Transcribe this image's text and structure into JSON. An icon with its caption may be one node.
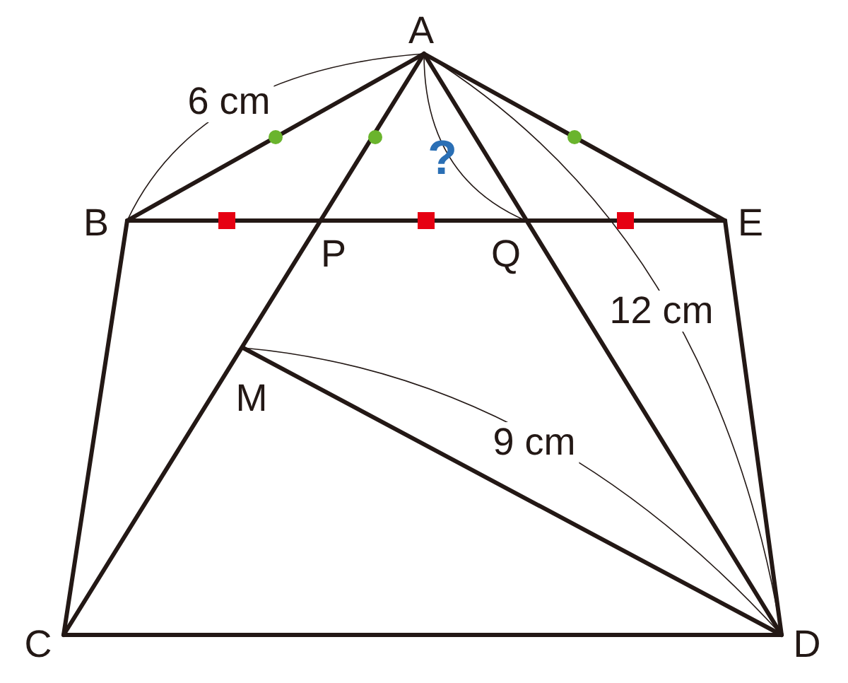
{
  "diagram": {
    "labels": [
      "A",
      "6 cm",
      "?",
      "B",
      "P",
      "Q",
      "E",
      "12 cm",
      "M",
      "9 cm",
      "C",
      "D"
    ]
  }
}
